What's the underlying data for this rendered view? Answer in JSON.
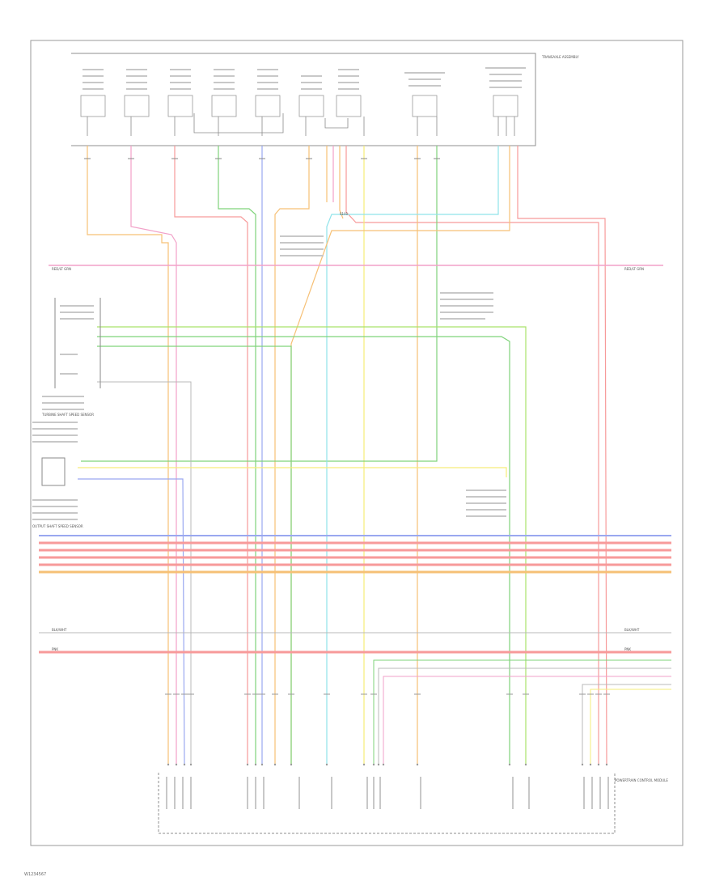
{
  "diagram_code": "W1234567",
  "colors": {
    "frame": "#9a9a9a",
    "orange": "#f6c076",
    "pink": "#f2a1c8",
    "red": "#f79a9a",
    "green": "#7fd37a",
    "blue": "#9aa8f0",
    "yellow": "#f6ec79",
    "cyan": "#8fe3ea",
    "gray": "#b8b8b8",
    "lime": "#a9e26a"
  },
  "labels": {
    "assembly_title": "TRANSAXLE ASSEMBLY",
    "sensor_box_label": "TURBINE SHAFT SPEED SENSOR",
    "speed_sensor_label": "OUTPUT SHAFT SPEED SENSOR",
    "ecm_label": "POWERTRAIN CONTROL MODULE",
    "splice": "S101",
    "bus_left": "RED/LT GRN",
    "bus_right": "RED/LT GRN",
    "ground_left": "BLK/WHT",
    "ground_right": "BLK/WHT",
    "power_left": "PNK",
    "power_right": "PNK"
  }
}
